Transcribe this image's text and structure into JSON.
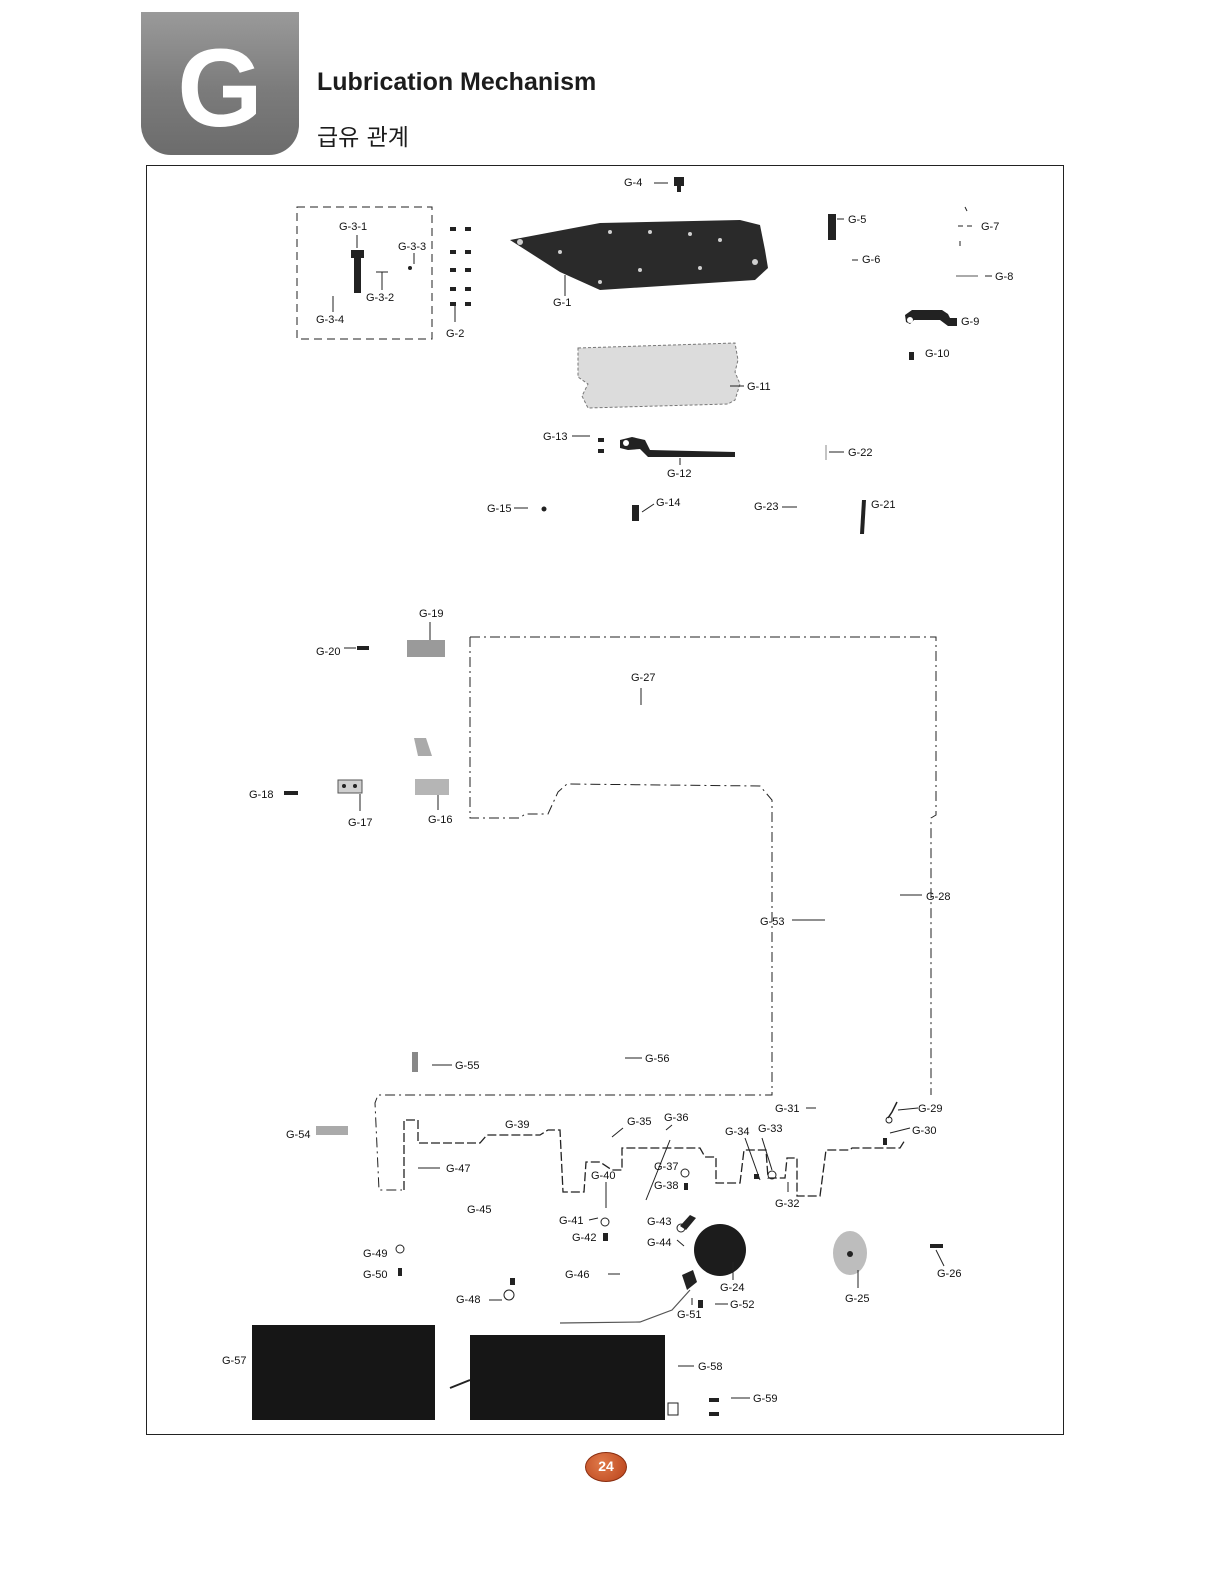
{
  "section": {
    "letter": "G",
    "title_en": "Lubrication Mechanism",
    "title_ko": "급유 관계"
  },
  "page_number": "24",
  "part_labels": {
    "g1": "G-1",
    "g2": "G-2",
    "g3_1": "G-3-1",
    "g3_2": "G-3-2",
    "g3_3": "G-3-3",
    "g3_4": "G-3-4",
    "g4": "G-4",
    "g5": "G-5",
    "g6": "G-6",
    "g7": "G-7",
    "g8": "G-8",
    "g9": "G-9",
    "g10": "G-10",
    "g11": "G-11",
    "g12": "G-12",
    "g13": "G-13",
    "g14": "G-14",
    "g15": "G-15",
    "g16": "G-16",
    "g17": "G-17",
    "g18": "G-18",
    "g19": "G-19",
    "g20": "G-20",
    "g21": "G-21",
    "g22": "G-22",
    "g23": "G-23",
    "g24": "G-24",
    "g25": "G-25",
    "g26": "G-26",
    "g27": "G-27",
    "g28": "G-28",
    "g29": "G-29",
    "g30": "G-30",
    "g31": "G-31",
    "g32": "G-32",
    "g33": "G-33",
    "g34": "G-34",
    "g35": "G-35",
    "g36": "G-36",
    "g37": "G-37",
    "g38": "G-38",
    "g39": "G-39",
    "g40": "G-40",
    "g41": "G-41",
    "g42": "G-42",
    "g43": "G-43",
    "g44": "G-44",
    "g45": "G-45",
    "g46": "G-46",
    "g47": "G-47",
    "g48": "G-48",
    "g49": "G-49",
    "g50": "G-50",
    "g51": "G-51",
    "g52": "G-52",
    "g53": "G-53",
    "g54": "G-54",
    "g55": "G-55",
    "g56": "G-56",
    "g57": "G-57",
    "g58": "G-58",
    "g59": "G-59"
  }
}
